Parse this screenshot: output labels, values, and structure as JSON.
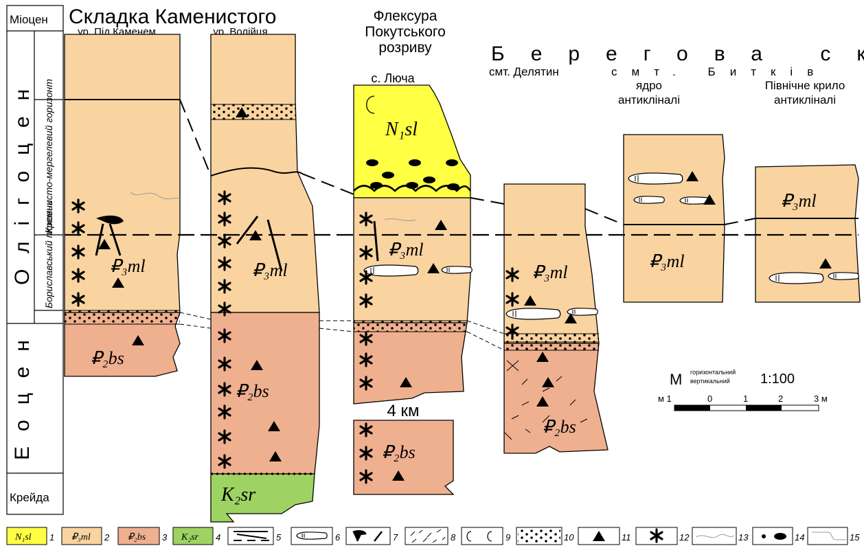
{
  "epochs": {
    "miocene": "Міоцен",
    "oligocene": "Олігоцен",
    "eocene": "Еоцен",
    "cretaceous": "Крейда"
  },
  "horizons": {
    "kremnisto": "Кремнисто-мергелевий горизонт",
    "boryslav": "Бориславський пісковик"
  },
  "titles": {
    "kamenysty": "Складка Каменистого",
    "flexure": [
      "Флексура",
      "Покутського",
      "розриву"
    ],
    "beregova": "Берегова скиба"
  },
  "columns": {
    "pid_kamenem": "ур. Під Каменем",
    "voliytsia": "ур. Волійця",
    "liucha": "с. Люча",
    "delyatyn": "смт. Делятин",
    "bytkiv": "смт. Битків",
    "core": [
      "ядро",
      "антикліналі"
    ],
    "north_wing": [
      "Північне крило",
      "антикліналі"
    ]
  },
  "distance": "4 км",
  "scale": {
    "m": "М",
    "horizontal": "горизонтальний",
    "vertical": "вертикальний",
    "ratio": "1:100",
    "ticks": [
      "м 1",
      "0",
      "1",
      "2",
      "3 м"
    ]
  },
  "legend": [
    {
      "num": "1",
      "label": "N₁sl",
      "color": "#ffff44"
    },
    {
      "num": "2",
      "label": "₽₃ml",
      "color": "#f9d4a0"
    },
    {
      "num": "3",
      "label": "₽₂bs",
      "color": "#efb08f"
    },
    {
      "num": "4",
      "label": "K₂sr",
      "color": "#9ed363"
    },
    {
      "num": "5",
      "icon": "fault-lines-icon"
    },
    {
      "num": "6",
      "icon": "lens-icon"
    },
    {
      "num": "7",
      "icon": "clast-icon"
    },
    {
      "num": "8",
      "icon": "hatch-icon"
    },
    {
      "num": "9",
      "icon": "shell-icon"
    },
    {
      "num": "10",
      "icon": "sand-dots-icon"
    },
    {
      "num": "11",
      "icon": "triangle-icon"
    },
    {
      "num": "12",
      "icon": "asterisk-icon"
    },
    {
      "num": "13",
      "icon": "wavy-line-icon"
    },
    {
      "num": "14",
      "icon": "concretion-icon"
    },
    {
      "num": "15",
      "icon": "bent-line-icon"
    }
  ],
  "colors": {
    "ml": "#f9d4a0",
    "bs": "#efb08f",
    "sl": "#ffff44",
    "sr": "#9ed363"
  }
}
